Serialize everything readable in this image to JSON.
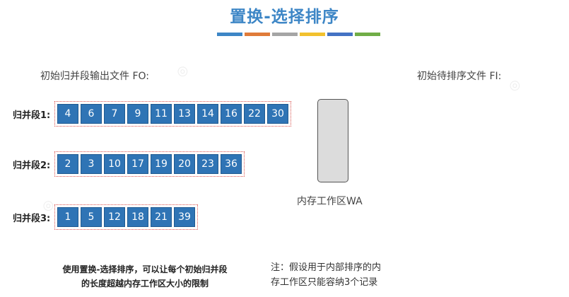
{
  "title": "置换-选择排序",
  "title_strip_colors": [
    "#3d86c6",
    "#e07b39",
    "#a5a5a5",
    "#f2c12e",
    "#4472c4",
    "#70ad47"
  ],
  "fo_label": "初始归并段输出文件 FO:",
  "fi_label": "初始待排序文件 FI:",
  "segments": [
    {
      "label": "归并段1:",
      "values": [
        "4",
        "6",
        "7",
        "9",
        "11",
        "13",
        "14",
        "16",
        "22",
        "30"
      ]
    },
    {
      "label": "归并段2:",
      "values": [
        "2",
        "3",
        "10",
        "17",
        "19",
        "20",
        "23",
        "36"
      ]
    },
    {
      "label": "归并段3:",
      "values": [
        "1",
        "5",
        "12",
        "18",
        "21",
        "39"
      ]
    }
  ],
  "wa_label": "内存工作区WA",
  "note_left_line1": "使用置换-选择排序，可以让每个初始归并段",
  "note_left_line2": "的长度超越内存工作区大小的限制",
  "note_right_line1": "注：假设用于内部排序的内",
  "note_right_line2": "存工作区只能容纳3个记录",
  "colors": {
    "cell_fill": "#2f74b5",
    "segment_border": "#d9534f",
    "title": "#3d86c6",
    "wa_fill": "#dcdcdc"
  }
}
